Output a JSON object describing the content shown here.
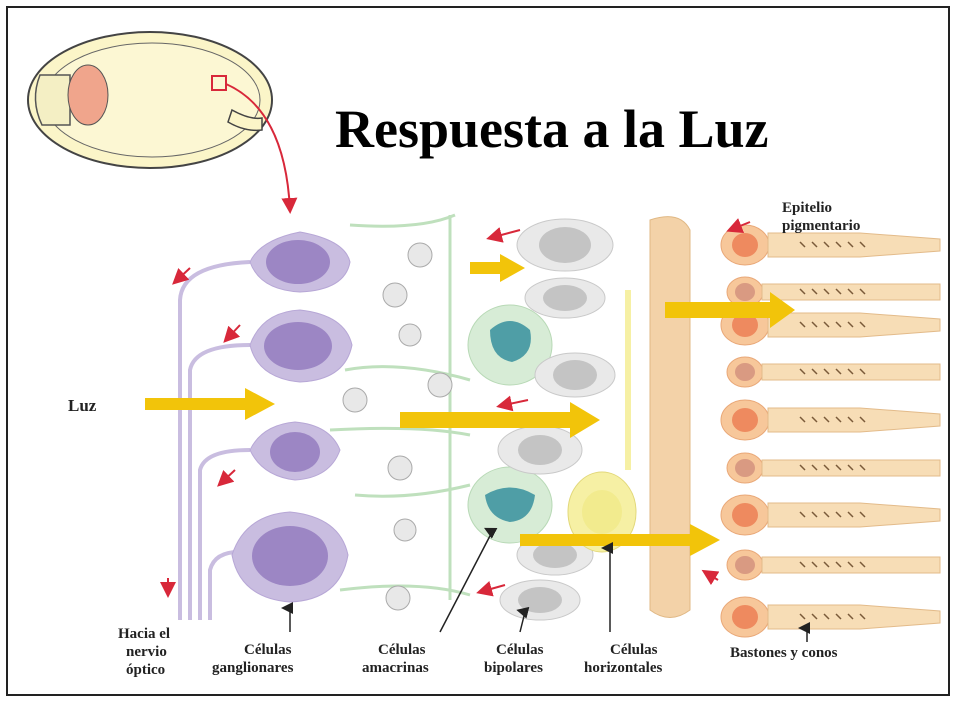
{
  "title": "Respuesta a la Luz",
  "labels": {
    "light": "Luz",
    "optic_nerve": [
      "Hacia el",
      "nervio",
      "óptico"
    ],
    "ganglion": [
      "Células",
      "ganglionares"
    ],
    "amacrine": [
      "Células",
      "amacrinas"
    ],
    "bipolar": [
      "Células",
      "bipolares"
    ],
    "horizontal": [
      "Células",
      "horizontales"
    ],
    "rods_cones": "Bastones y conos",
    "pigment": [
      "Epitelio",
      "pigmentario"
    ]
  },
  "colors": {
    "ganglion": "#c9bde0",
    "ganglion_nucleus": "#9c86c4",
    "amacrine": "#d7ecd6",
    "amacrine_nucleus": "#4f9ea6",
    "bipolar": "#e9e9e9",
    "bipolar_nucleus": "#c4c4c4",
    "horizontal": "#f6f0a4",
    "photoreceptor": "#f7c79a",
    "photoreceptor_nucleus": "#ee8a5f",
    "light_arrow": "#f2c40a",
    "signal_arrow": "#d8283a"
  }
}
